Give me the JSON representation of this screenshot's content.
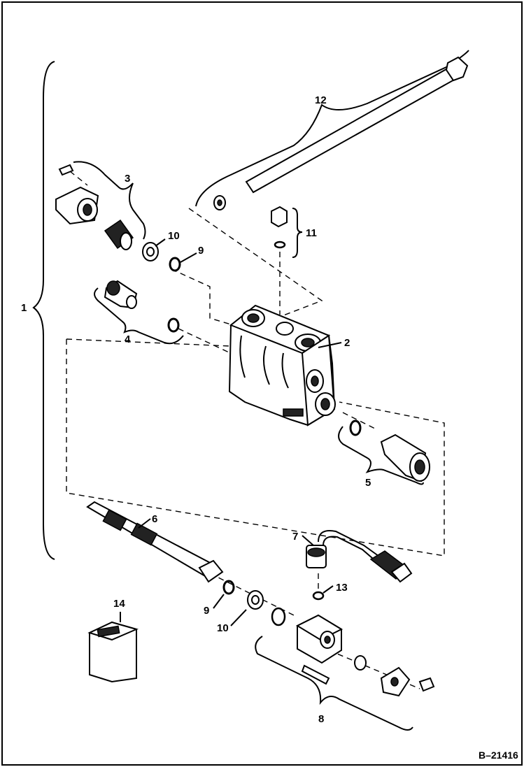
{
  "figure_id": "B–21416",
  "callouts": [
    "1",
    "2",
    "3",
    "4",
    "5",
    "6",
    "7",
    "8",
    "9",
    "10",
    "11",
    "12",
    "13",
    "14"
  ],
  "callout_repeat": {
    "nine_second": "9",
    "ten_second": "10"
  }
}
